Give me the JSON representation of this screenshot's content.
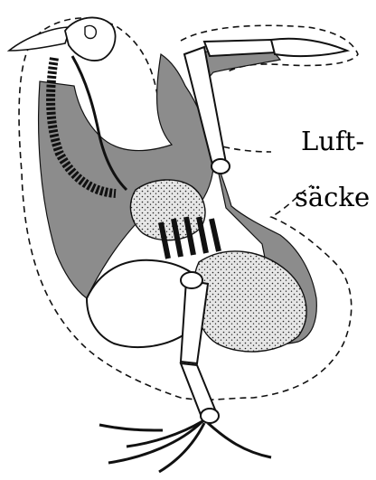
{
  "labels": {
    "line1": "Luft-",
    "line2": "säcke"
  },
  "colors": {
    "ink": "#111111",
    "air_sac_fill": "#8c8c8c",
    "body_fill": "#ffffff",
    "organ_fill": "#d9d9d9"
  },
  "icons": {
    "main": "bird-skeleton-air-sacs-illustration"
  }
}
